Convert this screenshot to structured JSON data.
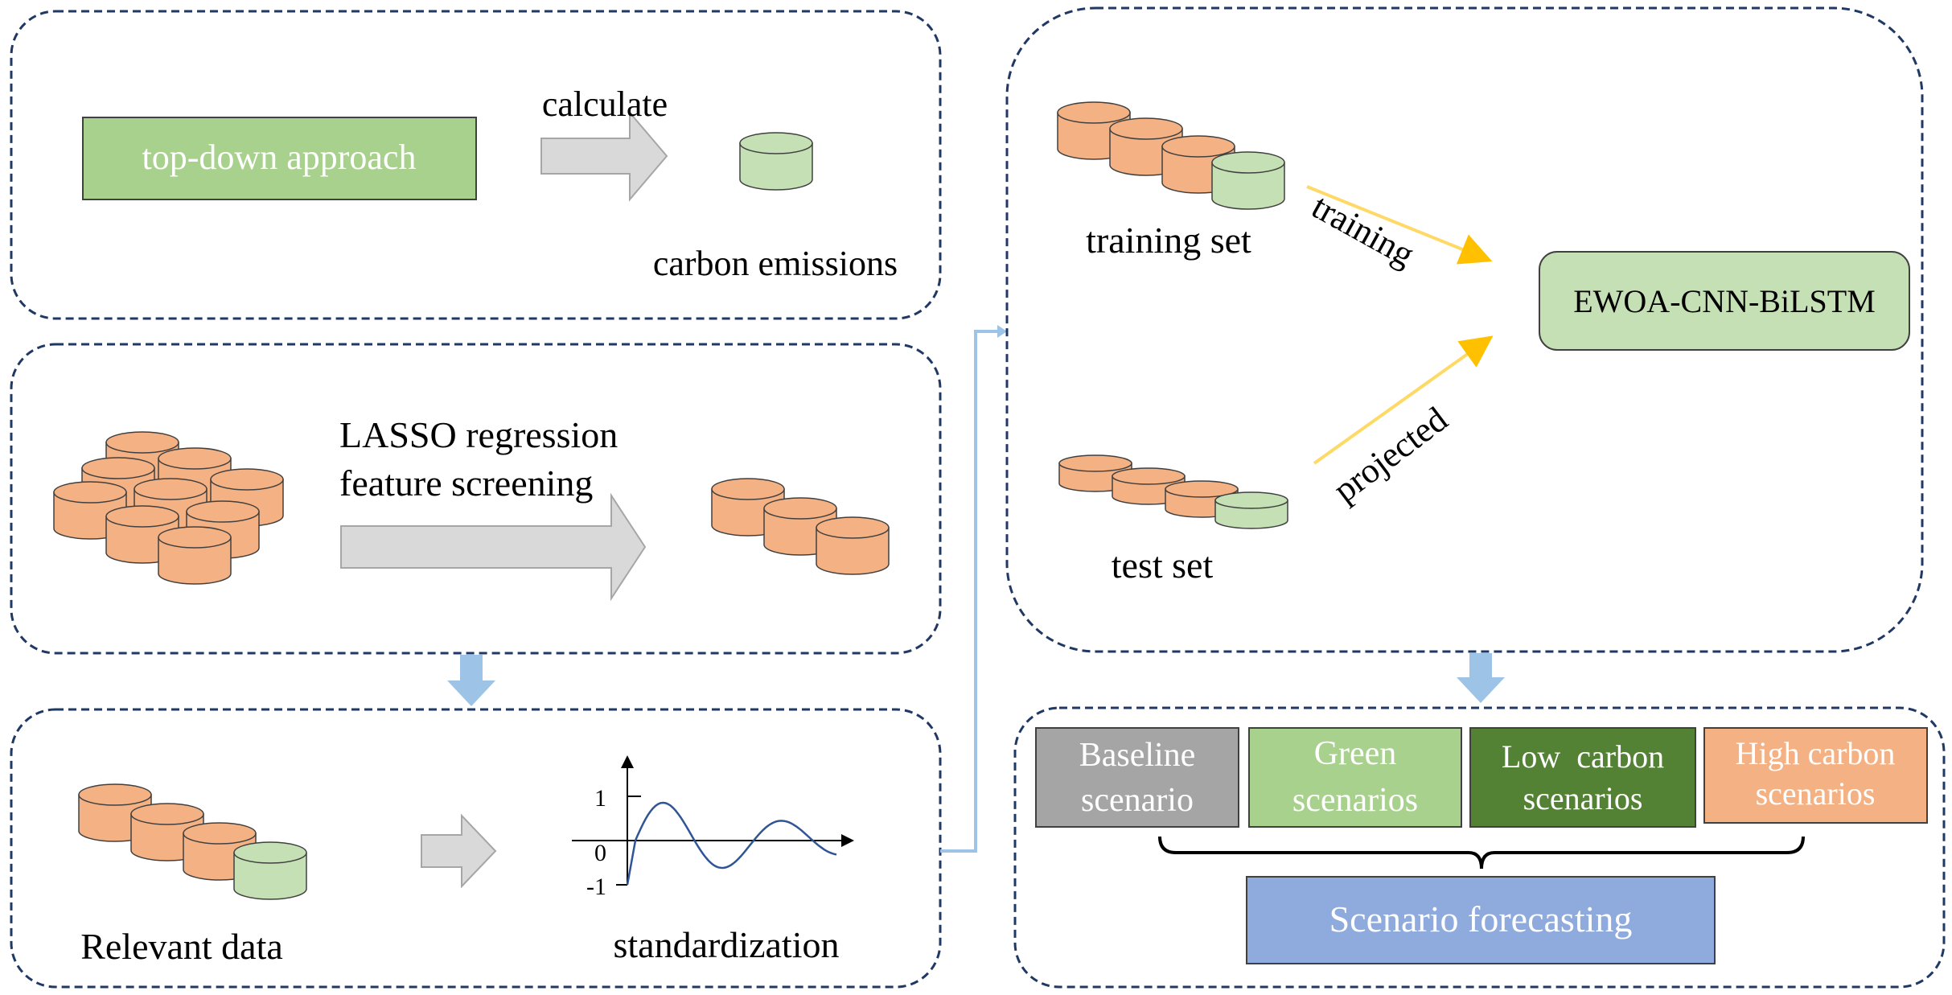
{
  "top_panel": {
    "approach_label": "top-down approach",
    "calculate_label": "calculate",
    "emissions_label": "carbon emissions"
  },
  "lasso_panel": {
    "line1": "LASSO regression",
    "line2": "feature screening"
  },
  "standardization_panel": {
    "relevant_label": "Relevant data",
    "standardization_label": "standardization",
    "axis_ticks": [
      "1",
      "0",
      "-1"
    ]
  },
  "model_panel": {
    "training_set_label": "training set",
    "test_set_label": "test set",
    "training_arrow_label": "training",
    "projected_arrow_label": "projected",
    "model_label": "EWOA-CNN-BiLSTM"
  },
  "scenario_panel": {
    "scenarios": [
      {
        "line1": "Baseline",
        "line2": "scenario",
        "color": "#a6a5a5"
      },
      {
        "line1": "Green",
        "line2": "scenarios",
        "color": "#a9d18e"
      },
      {
        "line1": "Low  carbon",
        "line2": "scenarios",
        "color": "#548235"
      },
      {
        "line1": "High carbon",
        "line2": "scenarios",
        "color": "#f4b183"
      }
    ],
    "forecasting_label": "Scenario forecasting"
  },
  "colors": {
    "panel_border": "#203864",
    "orange_db": "#f4b183",
    "green_db": "#c5e0b4",
    "gray_arrow": "#d9d9d9",
    "blue_arrow": "#9dc3e6",
    "yellow_arrow": "#ffd966",
    "model_box": "#c5e0b4",
    "forecast_box": "#8faadc"
  }
}
